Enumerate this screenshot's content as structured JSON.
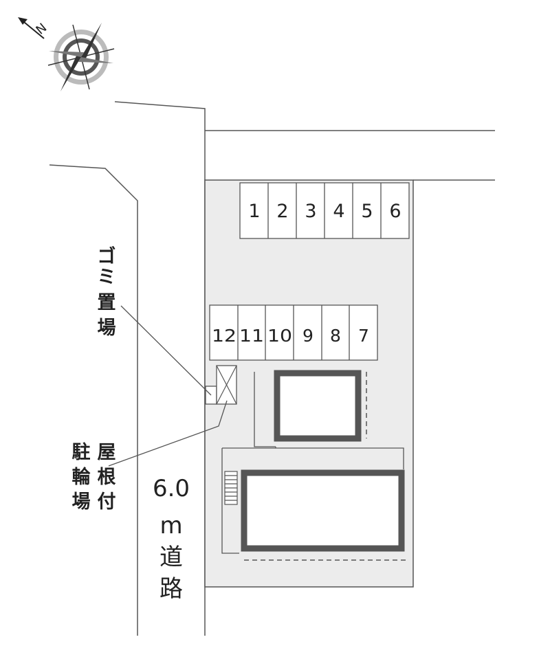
{
  "compass": {
    "north_letter": "N",
    "icon": "compass-rose-icon"
  },
  "parking_top": [
    "1",
    "2",
    "3",
    "4",
    "5",
    "6"
  ],
  "parking_bottom": [
    "12",
    "11",
    "10",
    "9",
    "8",
    "7"
  ],
  "labels": {
    "garbage": [
      "ゴ",
      "ミ",
      "置",
      "場"
    ],
    "bicycle_col1": [
      "駐",
      "輪",
      "場"
    ],
    "bicycle_col2": [
      "屋",
      "根",
      "付"
    ],
    "road_width": "6.0",
    "road_unit": "m",
    "road_name": [
      "道",
      "路"
    ]
  },
  "colors": {
    "lot": "#ececec",
    "line": "#555555",
    "building_wall": "#555555",
    "text": "#222222"
  }
}
